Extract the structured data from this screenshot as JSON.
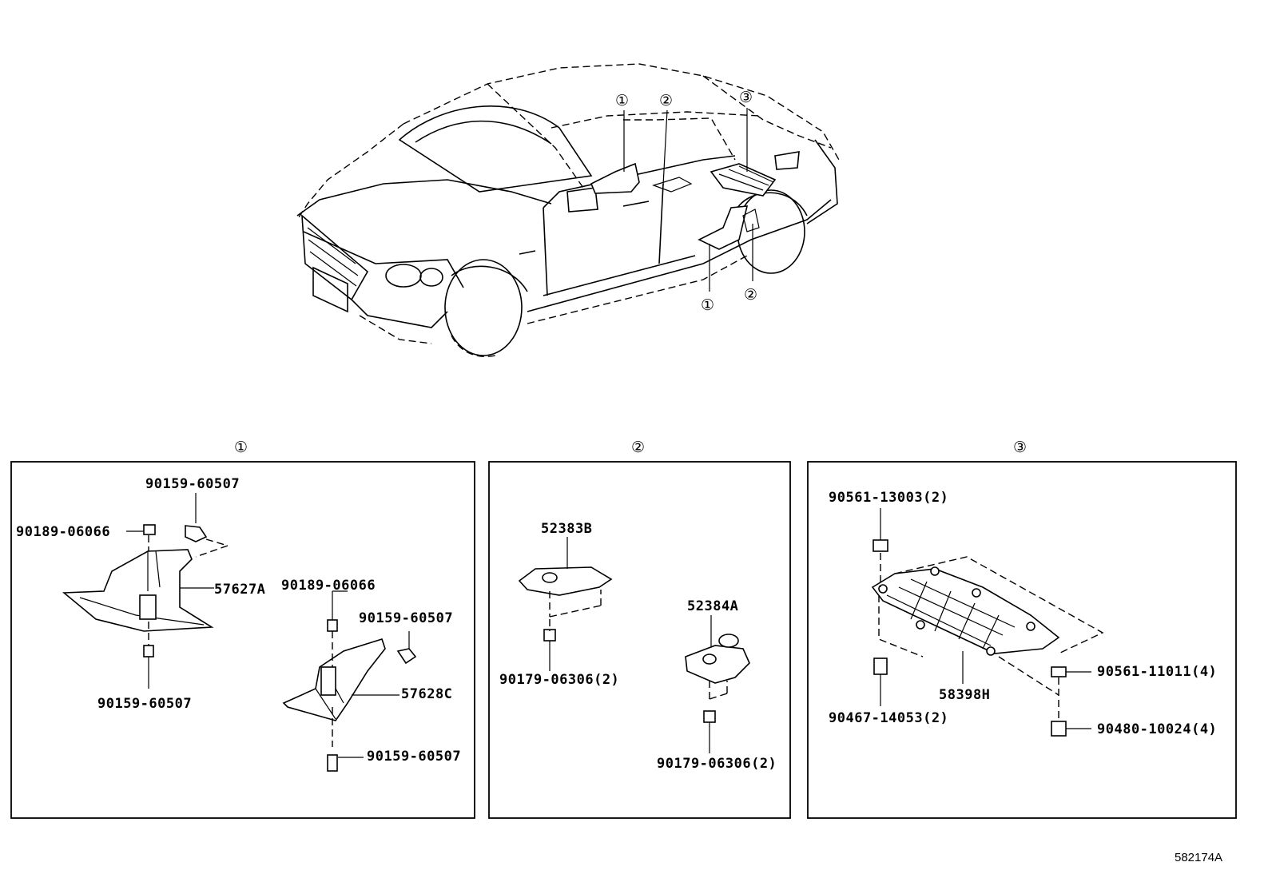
{
  "overview": {
    "callouts_top": [
      "①",
      "②",
      "③"
    ],
    "callouts_bottom": [
      "①",
      "②"
    ]
  },
  "panels": [
    {
      "number": "①",
      "labels": [
        "90159-60507",
        "90189-06066",
        "57627A",
        "90159-60507",
        "90189-06066",
        "90159-60507",
        "57628C",
        "90159-60507"
      ]
    },
    {
      "number": "②",
      "labels": [
        "52383B",
        "90179-06306(2)",
        "52384A",
        "90179-06306(2)"
      ]
    },
    {
      "number": "③",
      "labels": [
        "90561-13003(2)",
        "58398H",
        "90467-14053(2)",
        "90561-11011(4)",
        "90480-10024(4)"
      ]
    }
  ],
  "reference_code": "582174A"
}
